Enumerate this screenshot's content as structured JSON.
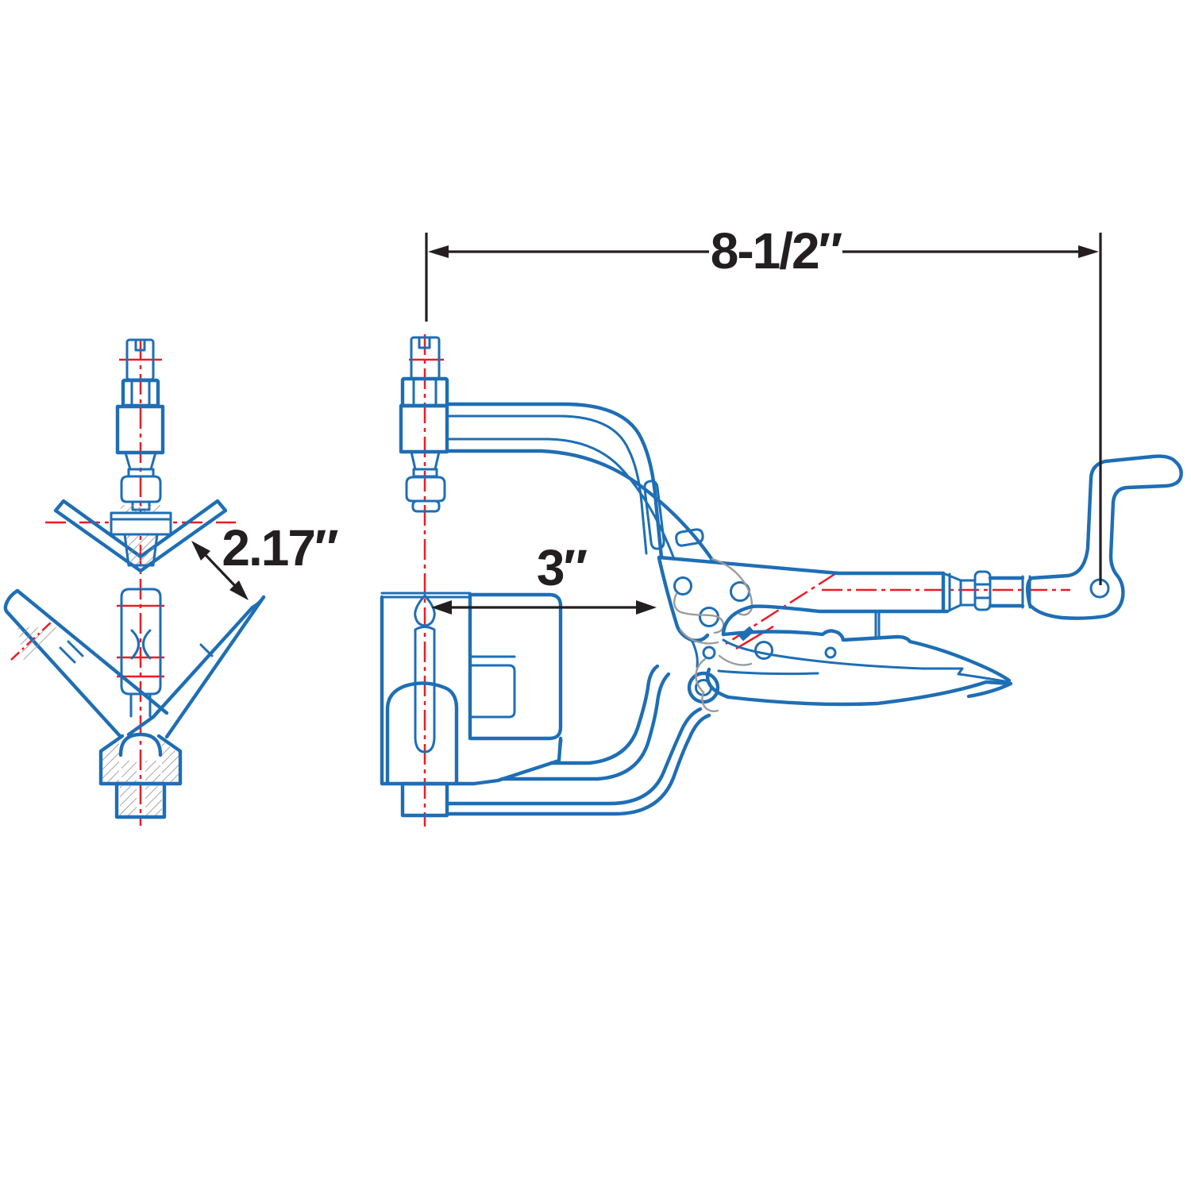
{
  "drawing": {
    "kind": "technical-line-drawing",
    "subject": "pliers-type welding C-clamp, front view and side view with dimensions",
    "views": [
      {
        "id": "front-view",
        "description": "front/end view of spindle, V-pad, crossed jaws and base"
      },
      {
        "id": "side-view",
        "description": "side view of clamp frame, locking pliers mechanism, handle and crank"
      }
    ],
    "dimensions": {
      "overall_length": "8-1/2″",
      "throat_depth": "3″",
      "jaw_opening": "2.17″"
    },
    "colors": {
      "outline_blue": "#1e6eb5",
      "centerline_red": "#ec1c24",
      "dimension_black": "#231f20",
      "phantom_gray": "#9b9b9b",
      "hatch_gray": "#8f8f8f",
      "background": "#ffffff"
    }
  }
}
